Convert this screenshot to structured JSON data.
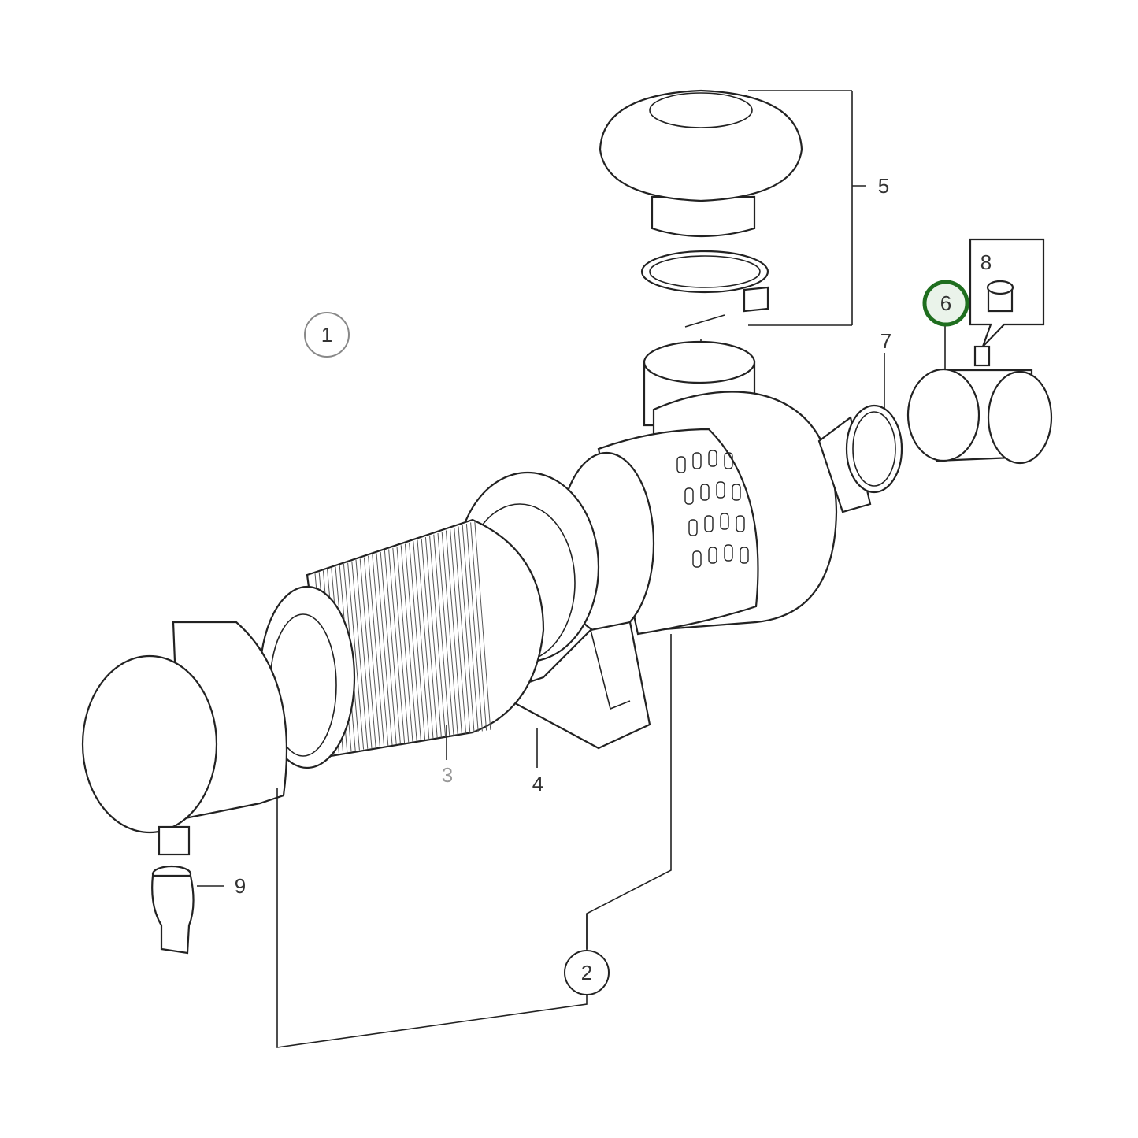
{
  "callouts": {
    "assembly_1": "1",
    "assembly_2": "2",
    "part_3": "3",
    "part_4": "4",
    "part_5": "5",
    "part_6": "6",
    "part_7": "7",
    "part_8": "8",
    "part_9": "9"
  },
  "highlight": {
    "part": "6",
    "ring_color": "#1f6e1f",
    "fill_color": "#eaf3ea"
  }
}
